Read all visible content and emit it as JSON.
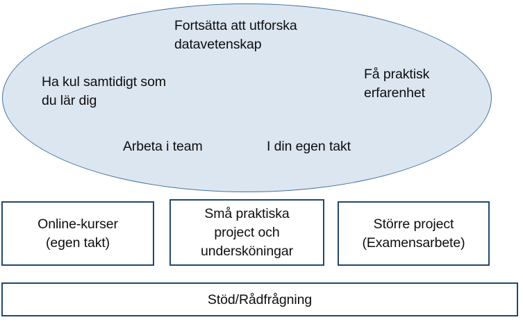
{
  "diagram": {
    "title": "Data science learning path diagram",
    "colors": {
      "ellipse_fill": "#dce6f1",
      "ellipse_border": "#41719c",
      "box_border": "#21486a",
      "box_fill": "#ffffff",
      "text": "#0d0d0d",
      "background": "#ffffff"
    },
    "ellipse": {
      "name": "goals-ellipse",
      "labels": {
        "top": "Fortsätta att utforska\ndatavetenskap",
        "left": "Ha kul samtidigt som\ndu lär dig",
        "right": "Få praktisk\nerfarenhet",
        "bottom_left": "Arbeta i team",
        "bottom_right": "I din egen takt"
      }
    },
    "boxes": [
      {
        "id": "online-courses",
        "label": "Online-kurser\n(egen takt)"
      },
      {
        "id": "small-projects",
        "label": "Små praktiska\nproject och\nundersköningar"
      },
      {
        "id": "large-project",
        "label": "Större project\n(Examensarbete)"
      }
    ],
    "footer": {
      "id": "support",
      "label": "Stöd/Rådfrågning"
    }
  }
}
